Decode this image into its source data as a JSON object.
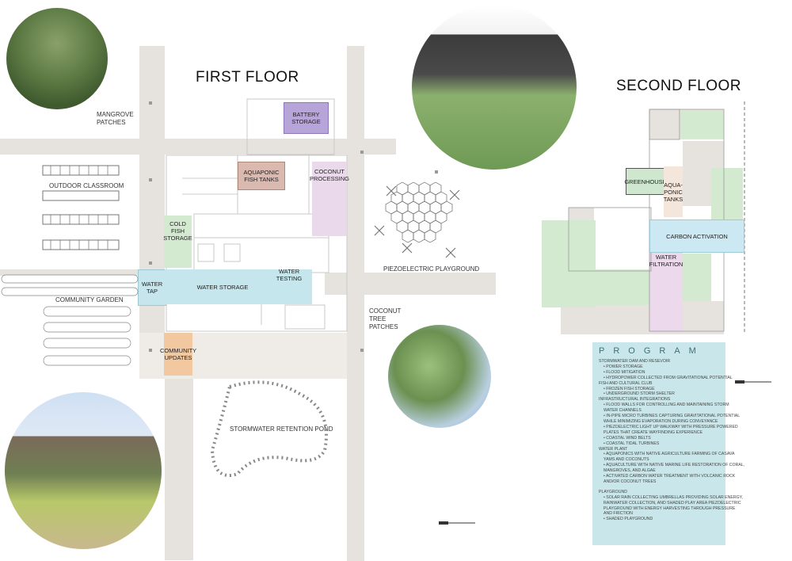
{
  "titles": {
    "first_floor": "FIRST FLOOR",
    "second_floor": "SECOND FLOOR"
  },
  "labels": {
    "mangrove": "MANGROVE PATCHES",
    "outdoor_classroom": "OUTDOOR CLASSROOM",
    "community_garden": "COMMUNITY GARDEN",
    "piezo": "PIEZOELECTRIC PLAYGROUND",
    "coconut_trees": "COCONUT TREE PATCHES",
    "pond": "STORMWATER RETENTION POND"
  },
  "rooms": {
    "battery": "BATTERY STORAGE",
    "aquaponic_fish": "AQUAPONIC FISH TANKS",
    "coconut_processing": "COCONUT PROCESSING",
    "cold_fish": "COLD FISH STORAGE",
    "water_tap": "WATER TAP",
    "water_storage": "WATER STORAGE",
    "water_testing": "WATER TESTING",
    "community_updates": "COMMUNITY UPDATES",
    "greenhouse": "GREENHOUSE",
    "aquaponic_tanks": "AQUA-PONIC TANKS",
    "carbon_activation": "CARBON ACTIVATION",
    "water_filtration": "WATER FILTRATION"
  },
  "colors": {
    "road": "#e6e3df",
    "battery": "#b7a4d8",
    "aquaponic": "#d9b9b0",
    "coconut_processing": "#ead9ea",
    "cold_fish": "#d4ead0",
    "water": "#c5e6ec",
    "community_updates": "#f2c8a0",
    "greenhouse": "#cfe7cf",
    "carbon": "#cce8f2",
    "filtration": "#ecd9ec",
    "program_bg": "#c9e7ea"
  },
  "program": {
    "title": "PROGRAM",
    "lines": [
      {
        "t": "STORMWATER DAM AND RESEVOIR",
        "sub": false
      },
      {
        "t": "• POWER STORAGE",
        "sub": true
      },
      {
        "t": "• FLOOD MITIGATION",
        "sub": true
      },
      {
        "t": "• HYDROPOWER COLLECTED FROM GRAVITATIONAL POTENTIAL",
        "sub": true
      },
      {
        "t": "FISH AND CULTURAL CLUB",
        "sub": false
      },
      {
        "t": "• FROZEN FISH STORAGE",
        "sub": true
      },
      {
        "t": "• UNDERGROUND STORM SHELTER",
        "sub": true
      },
      {
        "t": "INFRASTRUCTURAL INTEGRATIONS",
        "sub": false
      },
      {
        "t": "• FLOOD WALLS FOR CONTROLLING AND MAINTAINING STORM",
        "sub": true
      },
      {
        "t": "WATER CHANNELS",
        "sub": true
      },
      {
        "t": "• IN-PIPE MICRO TURBINES CAPTURING GRAVITATIONAL POTENTIAL",
        "sub": true
      },
      {
        "t": "WHILE MINIMIZING EVAPORATION DURING CONVEYANCE",
        "sub": true
      },
      {
        "t": "• PIEZOELECTRIC LIGHT UP WALKWAY WITH PRESSURE POWERED",
        "sub": true
      },
      {
        "t": "PLATES THAT CREATE WAYFINDING EXPERIENCE",
        "sub": true
      },
      {
        "t": "• COASTAL WIND BELTS",
        "sub": true
      },
      {
        "t": "• COASTAL TIDAL TURBINES",
        "sub": true
      },
      {
        "t": "WATER PLANT",
        "sub": false
      },
      {
        "t": "• AQUAPONICS WITH NATIVE AGRICULTURE FARMING OF CASAVA",
        "sub": true
      },
      {
        "t": "YAMS AND COCONUTS",
        "sub": true
      },
      {
        "t": "• AQUACULTURE WITH NATIVE MARINE LIFE RESTORATION OF CORAL,",
        "sub": true
      },
      {
        "t": "MANGROVES, AND ALGAE",
        "sub": true
      },
      {
        "t": "• ACTIVATED CARBON WATER TREATMENT WITH VOLCANIC ROCK",
        "sub": true
      },
      {
        "t": "AND/OR COCONUT TREES",
        "sub": true
      },
      {
        "t": "",
        "sub": false
      },
      {
        "t": "PLAYGROUND",
        "sub": false
      },
      {
        "t": "• SOLAR RAIN COLLECTING UMBRELLAS PROVIDING SOLAR ENERGY,",
        "sub": true
      },
      {
        "t": "RAINWATER COLLECTION, AND SHADED PLAY AREA PIEZOELECTRIC",
        "sub": true
      },
      {
        "t": "PLAYGROUND WITH ENERGY HARVESTING THROUGH PRESSURE",
        "sub": true
      },
      {
        "t": "AND FRICTION",
        "sub": true
      },
      {
        "t": "• SHADED PLAYGROUND",
        "sub": true
      }
    ]
  }
}
